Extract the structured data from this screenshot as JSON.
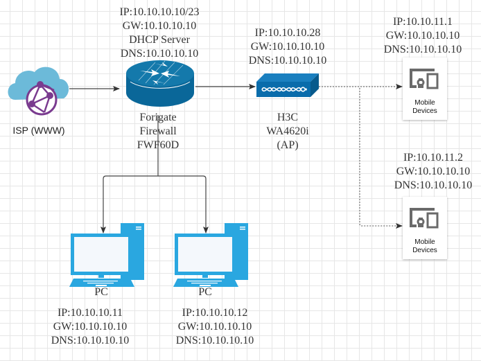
{
  "diagram": {
    "colors": {
      "cloud": "#6cbad9",
      "globe": "#7a3b8f",
      "router": "#0a6799",
      "ap": "#0a6cab",
      "pc": "#2aa7e0",
      "mobile_icon": "#6a6a6a",
      "connector": "#333333"
    },
    "nodes": {
      "isp": {
        "icon": "cloud-globe-icon",
        "label": "ISP (WWW)"
      },
      "firewall": {
        "icon": "router-icon",
        "info": [
          "IP:10.10.10.10/23",
          "GW:10.10.10.10",
          "DHCP Server",
          "DNS:10.10.10.10"
        ],
        "name": [
          "Forigate",
          "Firewall",
          "FWF60D"
        ]
      },
      "access_point": {
        "icon": "access-point-icon",
        "info": [
          "IP:10.10.10.28",
          "GW:10.10.10.10",
          "DNS:10.10.10.10"
        ],
        "name": [
          "H3C",
          "WA4620i",
          "(AP)"
        ]
      },
      "mobile_1": {
        "icon": "mobile-devices-icon",
        "caption": [
          "Mobile",
          "Devices"
        ],
        "info": [
          "IP:10.10.11.1",
          "GW:10.10.10.10",
          "DNS:10.10.10.10"
        ]
      },
      "mobile_2": {
        "icon": "mobile-devices-icon",
        "caption": [
          "Mobile",
          "Devices"
        ],
        "info": [
          "IP:10.10.11.2",
          "GW:10.10.10.10",
          "DNS:10.10.10.10"
        ]
      },
      "pc_1": {
        "icon": "pc-icon",
        "label": "PC",
        "info": [
          "IP:10.10.10.11",
          "GW:10.10.10.10",
          "DNS:10.10.10.10"
        ]
      },
      "pc_2": {
        "icon": "pc-icon",
        "label": "PC",
        "info": [
          "IP:10.10.10.12",
          "GW:10.10.10.10",
          "DNS:10.10.10.10"
        ]
      }
    },
    "edges": [
      {
        "from": "isp",
        "to": "firewall",
        "style": "solid"
      },
      {
        "from": "firewall",
        "to": "access_point",
        "style": "solid"
      },
      {
        "from": "firewall",
        "to": "pc_1",
        "style": "solid"
      },
      {
        "from": "firewall",
        "to": "pc_2",
        "style": "solid"
      },
      {
        "from": "access_point",
        "to": "mobile_1",
        "style": "dotted"
      },
      {
        "from": "access_point",
        "to": "mobile_2",
        "style": "dotted"
      }
    ]
  }
}
